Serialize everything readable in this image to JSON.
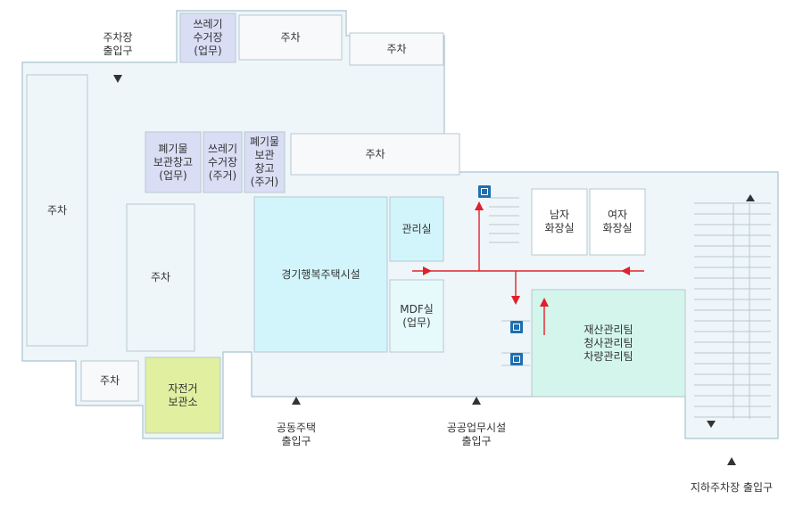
{
  "colors": {
    "floor": "#eef6fa",
    "floor_border": "#a9c3cf",
    "room_white": "#f7f9fa",
    "room_border": "#b8c8d0",
    "waste_room": "#d9def5",
    "housing_facility": "#d2f5fb",
    "mdf_room": "#e6fafb",
    "management_team": "#d3f5ec",
    "bicycle": "#e0efa0",
    "arrow": "#e0202a",
    "elevator": "#1f6fb0"
  },
  "rooms": {
    "waste_top": "쓰레기\n수거장\n(업무)",
    "parking_top_1": "주차",
    "parking_top_2": "주차",
    "waste_storage_business": "폐기물\n보관창고\n(업무)",
    "waste_collection_residential": "쓰레기\n수거장\n(주거)",
    "waste_storage_residential": "폐기물\n보관\n창고\n(주거)",
    "parking_mid": "주차",
    "parking_left": "주차",
    "parking_left_center": "주차",
    "housing_facility": "경기행복주택시설",
    "management_office": "관리실",
    "mdf_room": "MDF실\n(업무)",
    "mens_restroom": "남자\n화장실",
    "womens_restroom": "여자\n화장실",
    "management_teams": "재산관리팀\n청사관리팀\n차량관리팀",
    "parking_bottom": "주차",
    "bicycle_storage": "자전거\n보관소"
  },
  "entrances": {
    "parking_entrance_top": "주차장\n출입구",
    "housing_entrance": "공동주택\n출입구",
    "public_office_entrance": "공공업무시설\n출입구",
    "underground_parking_entrance": "지하주차장 출입구"
  },
  "icons": {
    "elevator": "elevator-icon",
    "entrance_marker": "triangle-marker",
    "flow_arrow": "red-arrow"
  }
}
